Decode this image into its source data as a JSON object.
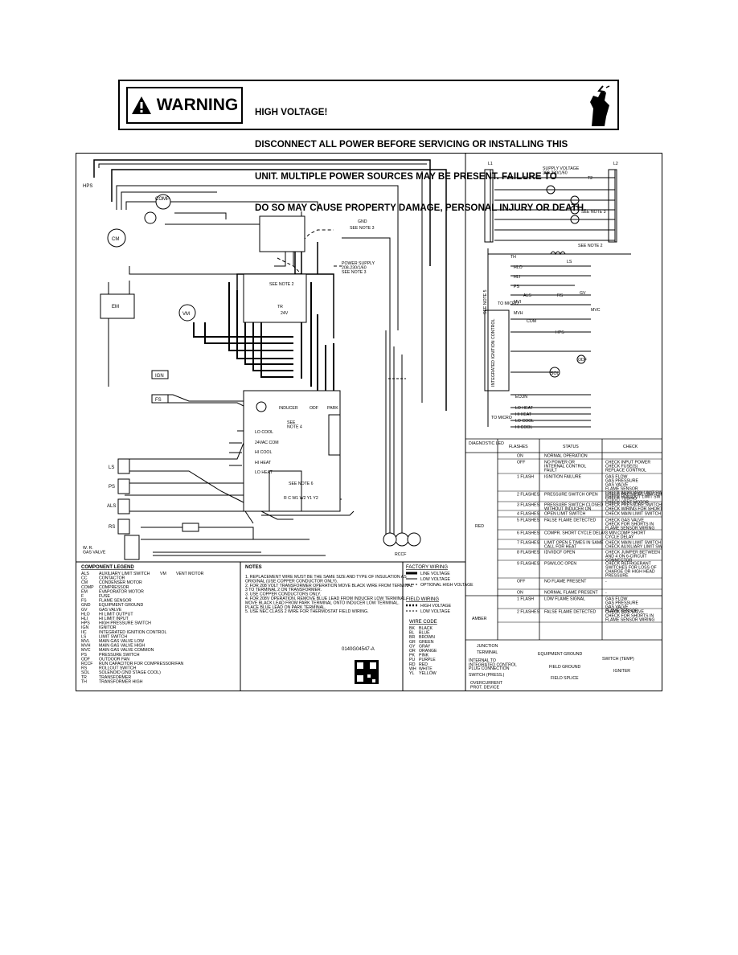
{
  "warning": {
    "badge": "WARNING",
    "lines": [
      "HIGH VOLTAGE!",
      "DISCONNECT ALL POWER BEFORE SERVICING OR INSTALLING THIS",
      "UNIT. MULTIPLE POWER SOURCES MAY BE PRESENT. FAILURE TO",
      "DO SO MAY CAUSE PROPERTY DAMAGE, PERSONAL INJURY OR DEATH."
    ]
  },
  "diagram": {
    "part_number": "0140G04547-A",
    "wiring_labels": {
      "hps": "HPS",
      "comp": "COMP",
      "cm": "CM",
      "em": "EM",
      "vm": "VM",
      "ign": "IGN",
      "fs": "FS",
      "ls": "LS",
      "ps": "PS",
      "als": "ALS",
      "rs": "RS",
      "gas_valve": "W. R.\nGAS VALVE",
      "rcc": "RCCF",
      "gnd": "GND",
      "see_note3": "SEE NOTE 3",
      "power_supply": "POWER SUPPLY\n208-230/1/60\nSEE NOTE 3",
      "see_note2": "SEE NOTE 2",
      "tr": "TR",
      "v24": "24V",
      "lo_cool": "LO COOL",
      "v24_com": "24VAC COM",
      "hi_cool": "HI COOL",
      "hi_heat": "HI HEAT",
      "lo_heat": "LO HEAT",
      "inducer": "INDUCER",
      "odf": "ODF",
      "park": "PARK",
      "see_note4": "SEE\nNOTE 4",
      "see_note6": "SEE NOTE 6",
      "thermostat": "R  C  W1 W2  Y1 Y2"
    },
    "ladder": {
      "supply_voltage": "SUPPLY VOLTAGE\n208-230/1/60",
      "l1": "L1",
      "l2": "L2",
      "cc": "CC",
      "t1": "T1",
      "t2": "T2",
      "see_note3": "SEE NOTE 3",
      "see_note2": "SEE NOTE 2",
      "labels": [
        "TH",
        "HLO",
        "HLI",
        "PS",
        "MVI",
        "MVH",
        "COM",
        "HPS",
        "LS",
        "FS",
        "ALS",
        "RS",
        "GV",
        "MVC",
        "ECON",
        "LO HEAT",
        "HI HEAT",
        "LO COOL",
        "HI COOL",
        "TO MICRO",
        "TO MICRO",
        "SOL",
        "ODF",
        "IND"
      ],
      "side_label": "INTEGRATED IGNITION CONTROL",
      "see_note": "SEE NOTE 5"
    },
    "diagnostics": {
      "headers": [
        "DIAGNOSTIC LED",
        "FLASHES",
        "STATUS",
        "CHECK"
      ],
      "red_label": "RED",
      "amber_label": "AMBER",
      "rows": [
        {
          "flashes": "ON",
          "status": "NORMAL OPERATION",
          "check": ""
        },
        {
          "flashes": "OFF",
          "status": "NO POWER OR\nINTERNAL CONTROL\nFAULT",
          "check": "CHECK INPUT POWER\nCHECK FUSE(S)\nREPLACE CONTROL"
        },
        {
          "flashes": "1 FLASH",
          "status": "IGNITION FAILURE",
          "check": "GAS FLOW\nGAS PRESSURE\nGAS VALVE\nFLAME SENSOR\nCHECK AUXILIARY LIMIT SW\nCHECK ROLLOUT LIMIT SW"
        },
        {
          "flashes": "2 FLASHES",
          "status": "PRESSURE SWITCH OPEN",
          "check": "CHECK PRESSURE SWITCH\nCHECK TUBING\nCHECK VENT MOTOR"
        },
        {
          "flashes": "3 FLASHES",
          "status": "PRESSURE SWITCH CLOSED\nWITHOUT INDUCER ON",
          "check": "CHECK PRESSURE SWITCH\nCHECK WIRING FOR SHORTS"
        },
        {
          "flashes": "4 FLASHES",
          "status": "OPEN LIMIT SWITCH",
          "check": "CHECK MAIN LIMIT SWITCH"
        },
        {
          "flashes": "5 FLASHES",
          "status": "FALSE FLAME DETECTED",
          "check": "CHECK GAS VALVE\nCHECK FOR SHORTS IN\nFLAME SENSOR WIRING"
        },
        {
          "flashes": "6 FLASHES",
          "status": "COMPR. SHORT CYCLE DELAY",
          "check": "3 MIN COMP SHORT\nCYCLE DELAY"
        },
        {
          "flashes": "7 FLASHES",
          "status": "LIMIT OPEN 5 TIMES IN SAME\nCALL FOR HEAT",
          "check": "CHECK MAIN LIMIT SWITCH\nCHECK AUXILIARY LIMIT SW"
        },
        {
          "flashes": "8 FLASHES",
          "status": "IDV/IDCF OPEN",
          "check": "CHECK JUMPER BETWEEN 1\nAND 4 ON 6-CIRCUIT\nCONNECTOR"
        },
        {
          "flashes": "9 FLASHES",
          "status": "PSW/LOC OPEN",
          "check": "CHECK REFRIGERANT\nSWITCHES FOR LOSS OF\nCHARGE OR HIGH HEAD\nPRESSURE"
        },
        {
          "flashes": "OFF",
          "status": "NO FLAME PRESENT",
          "check": "-"
        },
        {
          "flashes": "ON",
          "status": "NORMAL FLAME PRESENT",
          "check": "-"
        },
        {
          "flashes": "1 FLASH",
          "status": "LOW FLAME SIGNAL",
          "check": "GAS FLOW\nGAS PRESSURE\nGAS VALVE\nFLAME SENSOR"
        },
        {
          "flashes": "2 FLASHES",
          "status": "FALSE FLAME DETECTED",
          "check": "CHECK GAS VALVE\nCHECK FOR SHORTS IN\nFLAME SENSOR WIRING"
        }
      ]
    },
    "symbols": {
      "junction": "JUNCTION",
      "terminal": "TERMINAL",
      "internal": "INTERNAL TO\nINTEGRATED CONTROL",
      "plug": "PLUG CONNECTION",
      "switch_press": "SWITCH (PRESS.)",
      "overcurrent": "OVERCURRENT\nPROT. DEVICE",
      "equipment_ground": "EQUIPMENT GROUND",
      "field_ground": "FIELD GROUND",
      "field_splice": "FIELD SPLICE",
      "switch_temp": "SWITCH (TEMP)",
      "ignitor": "IGNITER"
    },
    "component_legend": {
      "title": "COMPONENT LEGEND",
      "items": [
        [
          "ALS",
          "AUXILIARY LIMIT SWITCH"
        ],
        [
          "CC",
          "CONTACTOR"
        ],
        [
          "CM",
          "CONDENSER MOTOR"
        ],
        [
          "COMP",
          "COMPRESSOR"
        ],
        [
          "EM",
          "EVAPORATOR MOTOR"
        ],
        [
          "F",
          "FUSE"
        ],
        [
          "FS",
          "FLAME SENSOR"
        ],
        [
          "GND",
          "EQUIPMENT GROUND"
        ],
        [
          "GV",
          "GAS VALVE"
        ],
        [
          "HLO",
          "HI LIMIT OUTPUT"
        ],
        [
          "HLI",
          "HI LIMIT INPUT"
        ],
        [
          "HPS",
          "HIGH PRESSURE SWITCH"
        ],
        [
          "IGN",
          "IGNITOR"
        ],
        [
          "IIC",
          "INTEGRATED IGNITION CONTROL"
        ],
        [
          "LS",
          "LIMIT SWITCH"
        ],
        [
          "MVL",
          "MAIN GAS VALVE LOW"
        ],
        [
          "MVH",
          "MAIN GAS VALVE HIGH"
        ],
        [
          "MVC",
          "MAIN GAS VALVE COMMON"
        ],
        [
          "PS",
          "PRESSURE SWITCH"
        ],
        [
          "ODF",
          "OUTDOOR FAN"
        ],
        [
          "RCCF",
          "RUN CAPACITOR FOR COMPRESSOR/FAN"
        ],
        [
          "RS",
          "ROLLOUT SWITCH"
        ],
        [
          "SOL",
          "SOLENOID (2ND STAGE COOL)"
        ],
        [
          "TR",
          "TRANSFORMER"
        ],
        [
          "TH",
          "TRANSFORMER HIGH"
        ]
      ],
      "vm": [
        "VM",
        "VENT MOTOR"
      ]
    },
    "notes": {
      "title": "NOTES",
      "items": [
        "1. REPLACEMENT WIRE MUST BE THE SAME SIZE AND TYPE OF INSULATION AS ORIGINAL (USE COPPER CONDUCTOR ONLY).",
        "2. FOR 208 VOLT TRANSFORMER OPERATION MOVE BLACK WIRE FROM TERMINAL 3 TO TERMINAL 2 ON TRANSFORMER.",
        "3. USE COPPER CONDUCTORS ONLY.",
        "4. FOR 208V OPERATION, REMOVE BLUE LEAD FROM INDUCER LOW TERMINAL. MOVE BLACK LEAD FROM PARK TERMINAL ONTO INDUCER LOW TERMINAL. PLACE BLUE LEAD ON PARK TERMINAL.",
        "5. USE NEC CLASS 2 WIRE FOR THERMOSTAT FIELD WIRING."
      ]
    },
    "wiring_legend": {
      "factory_title": "FACTORY WIRING",
      "factory": [
        "LINE VOLTAGE",
        "LOW VOLTAGE",
        "OPTIONAL HIGH VOLTAGE"
      ],
      "field_title": "FIELD WIRING",
      "field": [
        "HIGH VOLTAGE",
        "LOW VOLTAGE"
      ],
      "code_title": "WIRE CODE",
      "codes": [
        [
          "BK",
          "BLACK"
        ],
        [
          "BL",
          "BLUE"
        ],
        [
          "BR",
          "BROWN"
        ],
        [
          "GR",
          "GREEN"
        ],
        [
          "GY",
          "GRAY"
        ],
        [
          "OR",
          "ORANGE"
        ],
        [
          "PK",
          "PINK"
        ],
        [
          "PU",
          "PURPLE"
        ],
        [
          "RD",
          "RED"
        ],
        [
          "WH",
          "WHITE"
        ],
        [
          "YL",
          "YELLOW"
        ]
      ]
    }
  }
}
